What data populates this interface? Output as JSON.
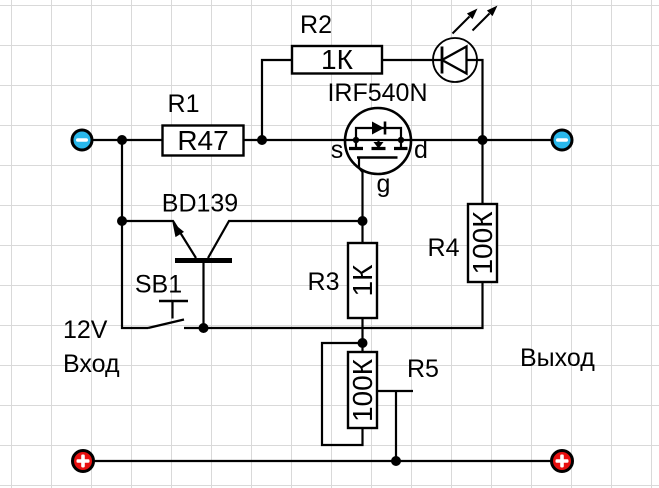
{
  "schematic": {
    "components": {
      "r1": {
        "label": "R1",
        "value": "R47"
      },
      "r2": {
        "label": "R2",
        "value": "1К"
      },
      "r3": {
        "label": "R3",
        "value": "1К"
      },
      "r4": {
        "label": "R4",
        "value": "100К"
      },
      "r5": {
        "label": "R5",
        "value": "100К"
      },
      "mosfet": {
        "label": "IRF540N",
        "pin_source": "s",
        "pin_drain": "d",
        "pin_gate": "g"
      },
      "transistor": {
        "label": "BD139"
      },
      "pushbutton": {
        "label": "SB1"
      }
    },
    "annotations": {
      "input_voltage": "12V",
      "input_label": "Вход",
      "output_label": "Выход"
    },
    "icons": {
      "negative_terminal": "minus-icon",
      "positive_terminal": "plus-icon",
      "led_emission": "light-arrows-icon"
    },
    "colors": {
      "background": "#ffffff",
      "grid_line": "#d9d9d9",
      "wire": "#000000",
      "terminal_negative": "#29b7ea",
      "terminal_positive": "#e81010"
    }
  }
}
